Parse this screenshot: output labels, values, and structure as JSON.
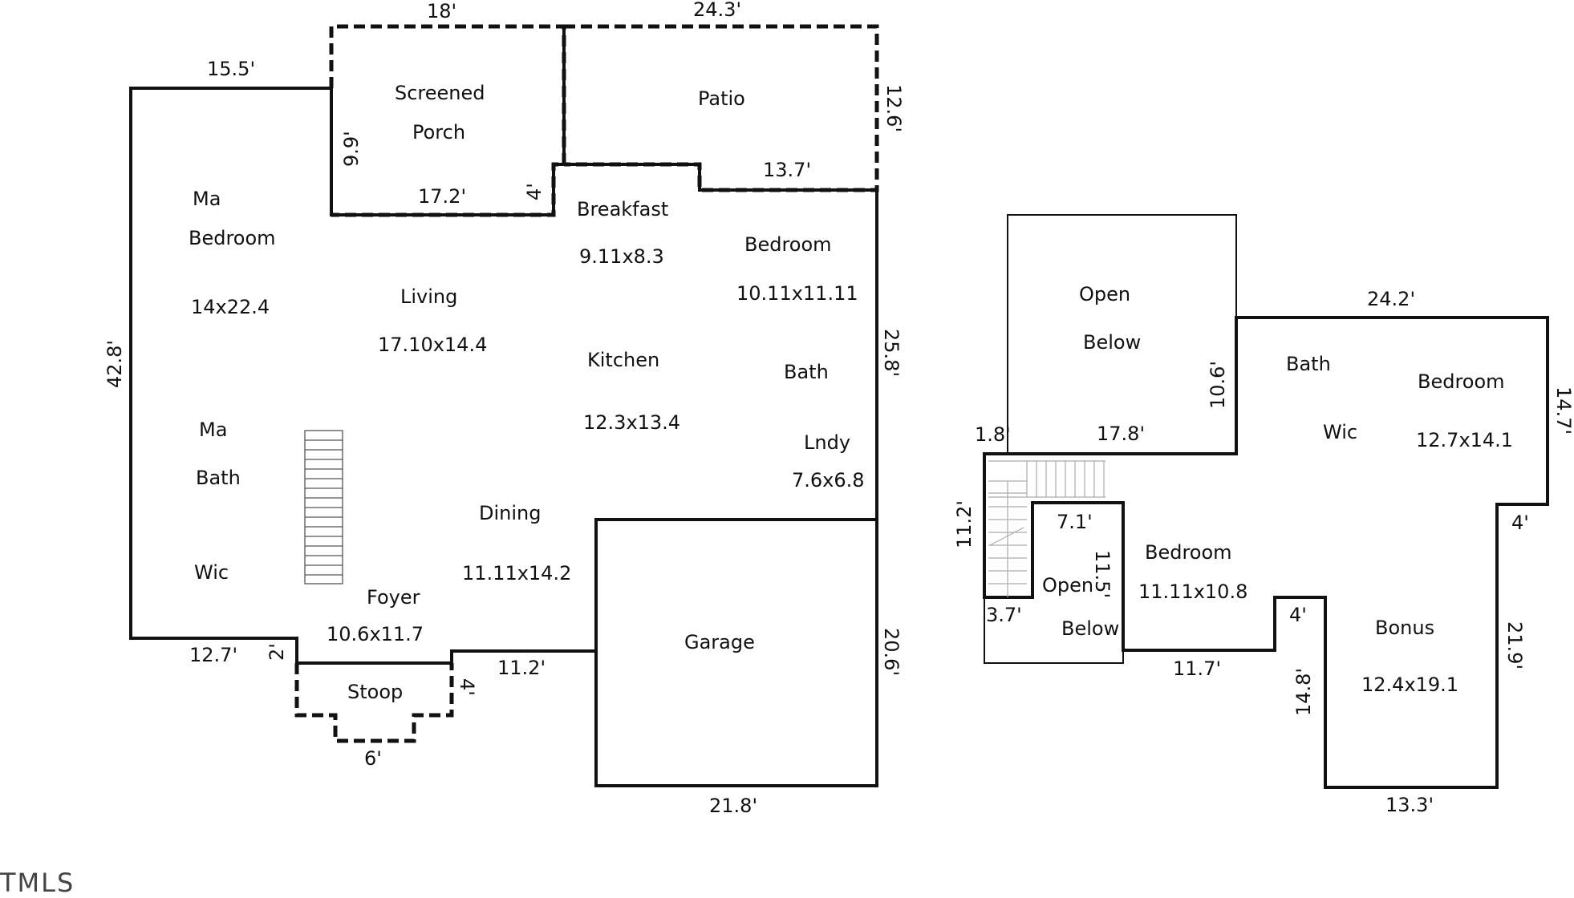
{
  "first_floor": {
    "rooms": {
      "screened_porch_1": "Screened",
      "screened_porch_2": "Porch",
      "patio": "Patio",
      "ma_bedroom_1": "Ma",
      "ma_bedroom_2": "Bedroom",
      "ma_bedroom_size": "14x22.4",
      "breakfast": "Breakfast",
      "breakfast_size": "9.11x8.3",
      "bedroom": "Bedroom",
      "bedroom_size": "10.11x11.11",
      "living": "Living",
      "living_size": "17.10x14.4",
      "kitchen": "Kitchen",
      "kitchen_size": "12.3x13.4",
      "bath": "Bath",
      "ma_bath_1": "Ma",
      "ma_bath_2": "Bath",
      "lndy": "Lndy",
      "lndy_size": "7.6x6.8",
      "dining": "Dining",
      "dining_size": "11.11x14.2",
      "wic": "Wic",
      "foyer": "Foyer",
      "foyer_size": "10.6x11.7",
      "garage": "Garage",
      "stoop": "Stoop"
    },
    "dimensions": {
      "porch_top": "18'",
      "patio_top": "24.3'",
      "left_top": "15.5'",
      "patio_right": "12.6'",
      "porch_left": "9.9'",
      "porch_bottom": "17.2'",
      "porch_step": "4'",
      "patio_bottom": "13.7'",
      "left_side": "42.8'",
      "right_side": "25.8'",
      "bottom_left": "12.7'",
      "stoop_step_left": "2'",
      "stoop_step_right": "4'",
      "bottom_mid": "11.2'",
      "stoop_bottom": "6'",
      "garage_right": "20.6'",
      "garage_bottom": "21.8'"
    }
  },
  "second_floor": {
    "rooms": {
      "open_below_1a": "Open",
      "open_below_1b": "Below",
      "bath": "Bath",
      "bedroom_right": "Bedroom",
      "wic": "Wic",
      "bedroom_right_size": "12.7x14.1",
      "bedroom_mid": "Bedroom",
      "bedroom_mid_size": "11.11x10.8",
      "open_below_2a": "Open",
      "open_below_2b": "Below",
      "bonus": "Bonus",
      "bonus_size": "12.4x19.1"
    },
    "dimensions": {
      "top_right": "24.2'",
      "open_right": "10.6'",
      "right_side": "14.7'",
      "small_left": "1.8'",
      "open_bottom": "17.8'",
      "left_side": "11.2'",
      "stair_top": "7.1'",
      "stair_right": "11.5'",
      "bottom_left": "3.7'",
      "bottom_mid": "11.7'",
      "step_4_right": "4'",
      "step_4_bonus": "4'",
      "bonus_left": "14.8'",
      "bonus_right": "21.9'",
      "bonus_bottom": "13.3'"
    }
  },
  "logo_text": "TMLS"
}
